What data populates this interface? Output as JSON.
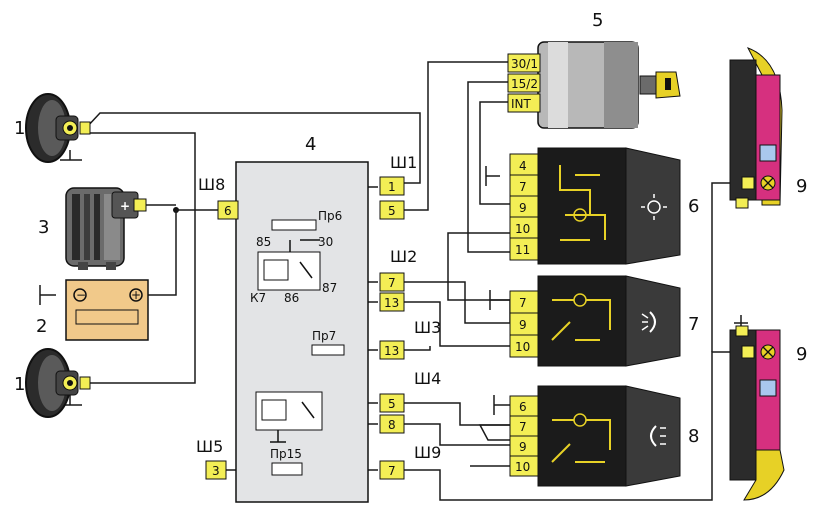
{
  "colors": {
    "connector": "#f3ee55",
    "relay_box": "#e3e4e6",
    "battery": "#f1c98a",
    "lamp_body": "#d6307f",
    "lamp_frame": "#e7d126",
    "switch_face": "#1b1b1b",
    "ignition": "#b8b8b8"
  },
  "components": {
    "c1a": "1",
    "c1b": "1",
    "c2": "2",
    "c3": "3",
    "c4": "4",
    "c5": "5",
    "c6": "6",
    "c7": "7",
    "c8": "8",
    "c9a": "9",
    "c9b": "9"
  },
  "connectors": {
    "sh1": "Ш1",
    "sh2": "Ш2",
    "sh3": "Ш3",
    "sh4": "Ш4",
    "sh5": "Ш5",
    "sh8": "Ш8",
    "sh9": "Ш9"
  },
  "pins": {
    "sh8_6": "6",
    "sh1_1": "1",
    "sh1_5": "5",
    "sh2_7": "7",
    "sh2_13": "13",
    "sh3_13": "13",
    "sh4_5": "5",
    "sh4_8": "8",
    "sh5_3": "3",
    "sh9_7": "7"
  },
  "relay": {
    "fuse_pr6": "Пр6",
    "fuse_pr7": "Пр7",
    "fuse_pr15": "Пр15",
    "k7": "К7",
    "t85": "85",
    "t30": "30",
    "t86": "86",
    "t87": "87"
  },
  "ignition_terminals": [
    "30/1",
    "15/2",
    "INT"
  ],
  "switch6_pins": [
    "4",
    "7",
    "9",
    "10",
    "11"
  ],
  "switch7_pins": [
    "7",
    "9",
    "10"
  ],
  "switch8_pins": [
    "6",
    "7",
    "9",
    "10"
  ],
  "battery_signs": {
    "plus": "+",
    "minus": "−"
  },
  "icons": [
    "headlamp-icon",
    "alternator-icon",
    "battery-icon",
    "ignition-key-icon",
    "light-sun-icon",
    "fog-lamp-icon",
    "rear-fog-icon",
    "lamp-bulb-icon"
  ]
}
